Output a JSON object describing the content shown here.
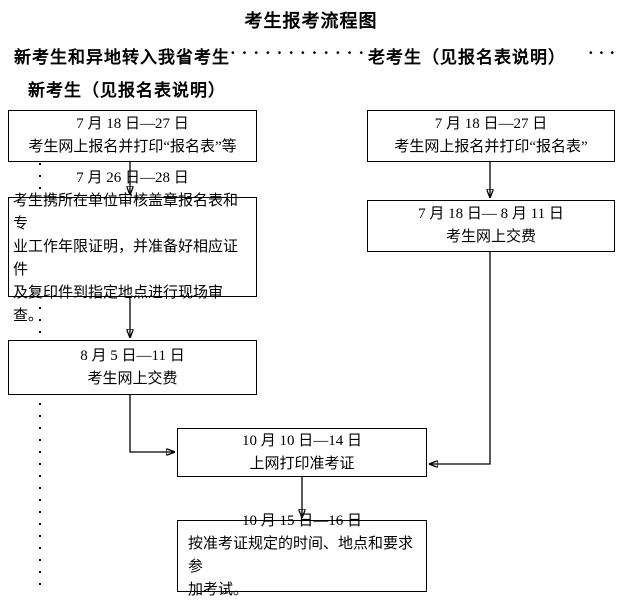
{
  "title": "考生报考流程图",
  "header": {
    "left_label": "新考生和异地转入我省考生",
    "mid_dots": "·············",
    "right_label": "老考生（见报名表说明）",
    "end_dots": "···",
    "sub_label": "新考生（见报名表说明）"
  },
  "boxes": {
    "left1": {
      "date": "7 月 18 日—27 日",
      "line1": "考生网上报名并打印“报名表”等"
    },
    "left2": {
      "date": "7 月 26 日—28 日",
      "line1": "考生携所在单位审核盖章报名表和专",
      "line2": "业工作年限证明，并准备好相应证件",
      "line3": "及复印件到指定地点进行现场审查。"
    },
    "left3": {
      "date": "8 月 5 日—11 日",
      "line1": "考生网上交费"
    },
    "right1": {
      "date": "7 月 18 日—27 日",
      "line1": "考生网上报名并打印“报名表”"
    },
    "right2": {
      "date": "7 月 18 日— 8 月 11 日",
      "line1": "考生网上交费"
    },
    "center1": {
      "date": "10 月 10 日—14 日",
      "line1": "上网打印准考证"
    },
    "center2": {
      "date": "10 月 15 日—16 日",
      "line1": "按准考证规定的时间、地点和要求参",
      "line2": "加考试。"
    }
  }
}
